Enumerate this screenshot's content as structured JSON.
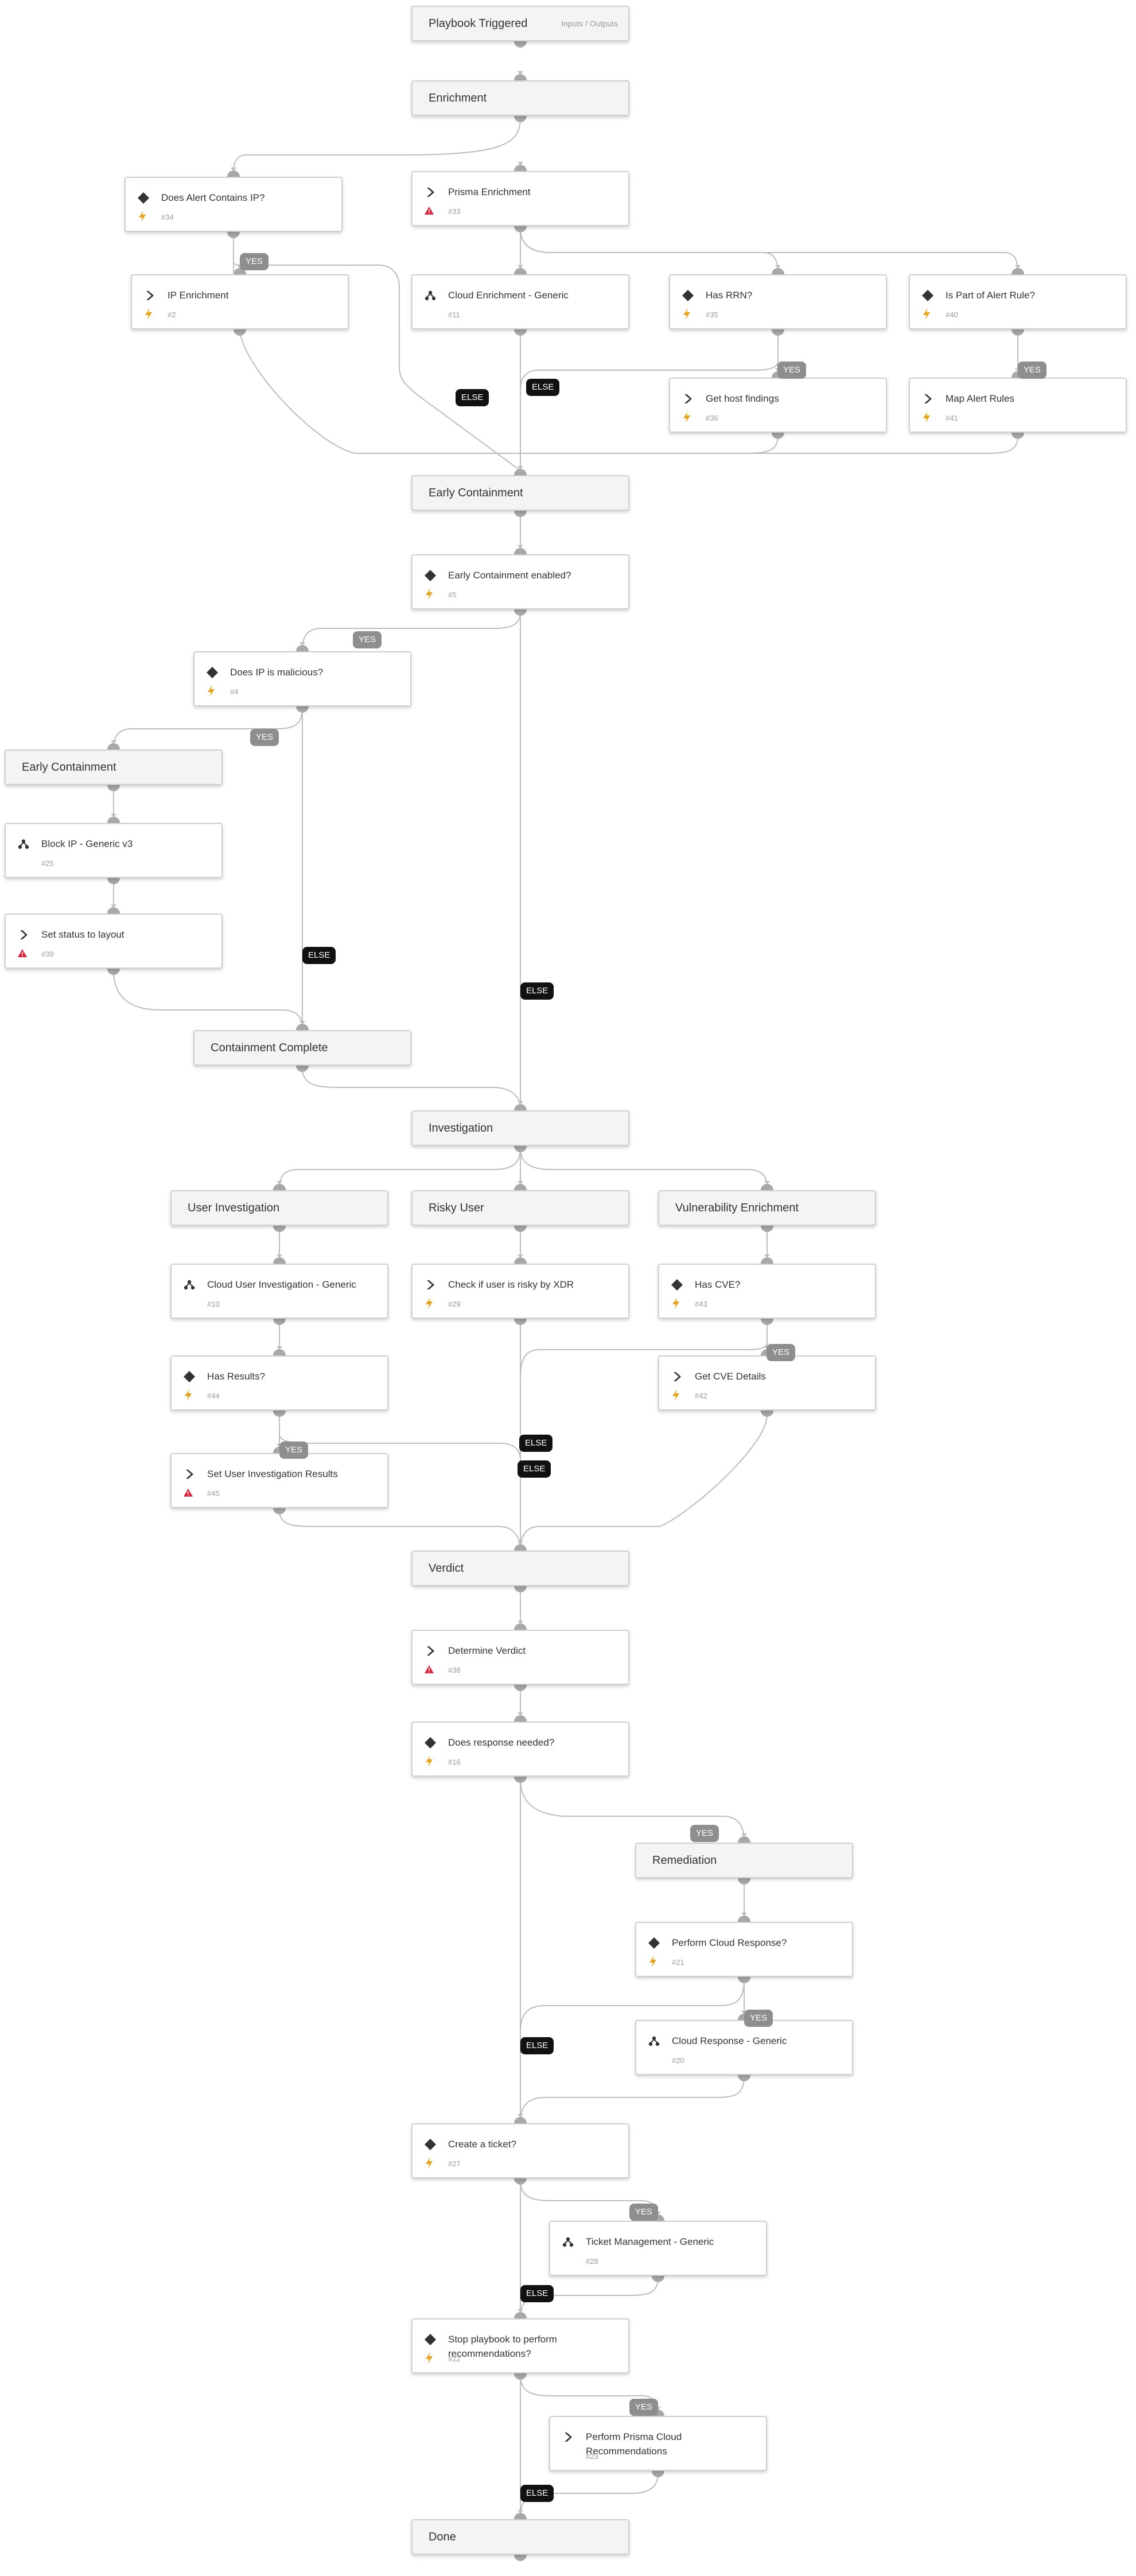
{
  "header": {
    "title": "Playbook Triggered",
    "link": "Inputs / Outputs"
  },
  "colors": {
    "edge": "#bdbdbd",
    "port": "#a8a8a8",
    "yes": "#8e8e8e",
    "else": "#111111",
    "warning": "#e8a317",
    "error": "#e0233a"
  },
  "nodes": [
    {
      "id": "playbook-triggered",
      "kind": "title",
      "label": "Playbook Triggered"
    },
    {
      "id": "enrichment",
      "kind": "title",
      "label": "Enrichment"
    },
    {
      "id": "does-alert-contains-ip",
      "kind": "condition",
      "label": "Does Alert Contains IP?",
      "num": "#34",
      "status": "warning"
    },
    {
      "id": "prisma-enrichment",
      "kind": "task",
      "label": "Prisma Enrichment",
      "num": "#33",
      "status": "error"
    },
    {
      "id": "ip-enrichment",
      "kind": "task",
      "label": "IP Enrichment",
      "num": "#2",
      "status": "warning"
    },
    {
      "id": "cloud-enrichment-generic",
      "kind": "playbook",
      "label": "Cloud Enrichment - Generic",
      "num": "#11",
      "status": ""
    },
    {
      "id": "has-rrn",
      "kind": "condition",
      "label": "Has RRN?",
      "num": "#35",
      "status": "warning"
    },
    {
      "id": "is-part-of-alert-rule",
      "kind": "condition",
      "label": "Is Part of Alert Rule?",
      "num": "#40",
      "status": "warning"
    },
    {
      "id": "get-host-findings",
      "kind": "task",
      "label": "Get host findings",
      "num": "#36",
      "status": "warning"
    },
    {
      "id": "map-alert-rules",
      "kind": "task",
      "label": "Map Alert Rules",
      "num": "#41",
      "status": "warning"
    },
    {
      "id": "early-containment-title",
      "kind": "title",
      "label": "Early Containment"
    },
    {
      "id": "early-containment-enabled",
      "kind": "condition",
      "label": "Early Containment enabled?",
      "num": "#5",
      "status": "warning"
    },
    {
      "id": "does-ip-is-malicious",
      "kind": "condition",
      "label": "Does IP is malicious?",
      "num": "#4",
      "status": "warning"
    },
    {
      "id": "early-containment-sub",
      "kind": "title",
      "label": "Early Containment"
    },
    {
      "id": "block-ip-generic-v3",
      "kind": "playbook",
      "label": "Block IP - Generic v3",
      "num": "#25",
      "status": ""
    },
    {
      "id": "set-status-to-layout",
      "kind": "task",
      "label": "Set status to layout",
      "num": "#39",
      "status": "error"
    },
    {
      "id": "containment-complete",
      "kind": "title",
      "label": "Containment Complete"
    },
    {
      "id": "investigation",
      "kind": "title",
      "label": "Investigation"
    },
    {
      "id": "user-investigation",
      "kind": "title",
      "label": "User Investigation"
    },
    {
      "id": "risky-user",
      "kind": "title",
      "label": "Risky User"
    },
    {
      "id": "vulnerability-enrichment",
      "kind": "title",
      "label": "Vulnerability Enrichment"
    },
    {
      "id": "cloud-user-investigation-generic",
      "kind": "playbook",
      "label": "Cloud User Investigation - Generic",
      "num": "#10",
      "status": ""
    },
    {
      "id": "check-if-user-is-risky",
      "kind": "task",
      "label": "Check if user is risky by XDR",
      "num": "#29",
      "status": "warning"
    },
    {
      "id": "has-cve",
      "kind": "condition",
      "label": "Has CVE?",
      "num": "#43",
      "status": "warning"
    },
    {
      "id": "has-results",
      "kind": "condition",
      "label": "Has Results?",
      "num": "#44",
      "status": "warning"
    },
    {
      "id": "get-cve-details",
      "kind": "task",
      "label": "Get CVE Details",
      "num": "#42",
      "status": "warning"
    },
    {
      "id": "set-user-investigation-results",
      "kind": "task",
      "label": "Set User Investigation Results",
      "num": "#45",
      "status": "error"
    },
    {
      "id": "verdict",
      "kind": "title",
      "label": "Verdict"
    },
    {
      "id": "determine-verdict",
      "kind": "task",
      "label": "Determine Verdict",
      "num": "#38",
      "status": "error"
    },
    {
      "id": "does-response-needed",
      "kind": "condition",
      "label": "Does response needed?",
      "num": "#16",
      "status": "warning"
    },
    {
      "id": "remediation",
      "kind": "title",
      "label": "Remediation"
    },
    {
      "id": "perform-cloud-response",
      "kind": "condition",
      "label": "Perform Cloud Response?",
      "num": "#21",
      "status": "warning"
    },
    {
      "id": "cloud-response-generic",
      "kind": "playbook",
      "label": "Cloud Response - Generic",
      "num": "#20",
      "status": ""
    },
    {
      "id": "create-a-ticket",
      "kind": "condition",
      "label": "Create a ticket?",
      "num": "#27",
      "status": "warning"
    },
    {
      "id": "ticket-management-generic",
      "kind": "playbook",
      "label": "Ticket Management - Generic",
      "num": "#28",
      "status": ""
    },
    {
      "id": "stop-playbook",
      "kind": "condition",
      "label": "Stop playbook to perform recommendations?",
      "num": "#22",
      "status": "warning"
    },
    {
      "id": "perform-prisma-cloud-recommendations",
      "kind": "task",
      "label": "Perform Prisma Cloud Recommendations",
      "num": "#23",
      "status": ""
    },
    {
      "id": "done",
      "kind": "title",
      "label": "Done"
    }
  ],
  "badges": [
    {
      "id": "yes-ip",
      "type": "yes",
      "label": "YES"
    },
    {
      "id": "else-ip",
      "type": "else",
      "label": "ELSE"
    },
    {
      "id": "else-rrn",
      "type": "else",
      "label": "ELSE"
    },
    {
      "id": "yes-rrn",
      "type": "yes",
      "label": "YES"
    },
    {
      "id": "yes-alert-rule",
      "type": "yes",
      "label": "YES"
    },
    {
      "id": "yes-early",
      "type": "yes",
      "label": "YES"
    },
    {
      "id": "yes-malicious",
      "type": "yes",
      "label": "YES"
    },
    {
      "id": "else-malicious",
      "type": "else",
      "label": "ELSE"
    },
    {
      "id": "else-early",
      "type": "else",
      "label": "ELSE"
    },
    {
      "id": "yes-cve",
      "type": "yes",
      "label": "YES"
    },
    {
      "id": "else-risky",
      "type": "else",
      "label": "ELSE"
    },
    {
      "id": "else-cve",
      "type": "else",
      "label": "ELSE"
    },
    {
      "id": "yes-results",
      "type": "yes",
      "label": "YES"
    },
    {
      "id": "yes-response",
      "type": "yes",
      "label": "YES"
    },
    {
      "id": "yes-cloud-response",
      "type": "yes",
      "label": "YES"
    },
    {
      "id": "else-response",
      "type": "else",
      "label": "ELSE"
    },
    {
      "id": "yes-ticket",
      "type": "yes",
      "label": "YES"
    },
    {
      "id": "else-ticket",
      "type": "else",
      "label": "ELSE"
    },
    {
      "id": "yes-stop",
      "type": "yes",
      "label": "YES"
    },
    {
      "id": "else-stop",
      "type": "else",
      "label": "ELSE"
    }
  ],
  "edges": [
    [
      "playbook-triggered",
      "enrichment"
    ],
    [
      "enrichment",
      "does-alert-contains-ip"
    ],
    [
      "enrichment",
      "prisma-enrichment"
    ],
    [
      "does-alert-contains-ip",
      "ip-enrichment"
    ],
    [
      "does-alert-contains-ip",
      "early-containment-title"
    ],
    [
      "prisma-enrichment",
      "cloud-enrichment-generic"
    ],
    [
      "prisma-enrichment",
      "has-rrn"
    ],
    [
      "prisma-enrichment",
      "is-part-of-alert-rule"
    ],
    [
      "ip-enrichment",
      "early-containment-title"
    ],
    [
      "cloud-enrichment-generic",
      "early-containment-title"
    ],
    [
      "has-rrn",
      "get-host-findings"
    ],
    [
      "has-rrn",
      "early-containment-title"
    ],
    [
      "is-part-of-alert-rule",
      "map-alert-rules"
    ],
    [
      "get-host-findings",
      "early-containment-title"
    ],
    [
      "map-alert-rules",
      "early-containment-title"
    ],
    [
      "early-containment-title",
      "early-containment-enabled"
    ],
    [
      "early-containment-enabled",
      "does-ip-is-malicious"
    ],
    [
      "early-containment-enabled",
      "investigation"
    ],
    [
      "does-ip-is-malicious",
      "early-containment-sub"
    ],
    [
      "does-ip-is-malicious",
      "containment-complete"
    ],
    [
      "early-containment-sub",
      "block-ip-generic-v3"
    ],
    [
      "block-ip-generic-v3",
      "set-status-to-layout"
    ],
    [
      "set-status-to-layout",
      "containment-complete"
    ],
    [
      "containment-complete",
      "investigation"
    ],
    [
      "investigation",
      "user-investigation"
    ],
    [
      "investigation",
      "risky-user"
    ],
    [
      "investigation",
      "vulnerability-enrichment"
    ],
    [
      "user-investigation",
      "cloud-user-investigation-generic"
    ],
    [
      "risky-user",
      "check-if-user-is-risky"
    ],
    [
      "vulnerability-enrichment",
      "has-cve"
    ],
    [
      "cloud-user-investigation-generic",
      "has-results"
    ],
    [
      "has-cve",
      "get-cve-details"
    ],
    [
      "has-cve",
      "verdict"
    ],
    [
      "has-results",
      "set-user-investigation-results"
    ],
    [
      "has-results",
      "verdict"
    ],
    [
      "check-if-user-is-risky",
      "verdict"
    ],
    [
      "get-cve-details",
      "verdict"
    ],
    [
      "set-user-investigation-results",
      "verdict"
    ],
    [
      "verdict",
      "determine-verdict"
    ],
    [
      "determine-verdict",
      "does-response-needed"
    ],
    [
      "does-response-needed",
      "remediation"
    ],
    [
      "does-response-needed",
      "create-a-ticket"
    ],
    [
      "remediation",
      "perform-cloud-response"
    ],
    [
      "perform-cloud-response",
      "cloud-response-generic"
    ],
    [
      "perform-cloud-response",
      "create-a-ticket"
    ],
    [
      "cloud-response-generic",
      "create-a-ticket"
    ],
    [
      "create-a-ticket",
      "ticket-management-generic"
    ],
    [
      "create-a-ticket",
      "stop-playbook"
    ],
    [
      "ticket-management-generic",
      "stop-playbook"
    ],
    [
      "stop-playbook",
      "perform-prisma-cloud-recommendations"
    ],
    [
      "stop-playbook",
      "done"
    ],
    [
      "perform-prisma-cloud-recommendations",
      "done"
    ]
  ]
}
